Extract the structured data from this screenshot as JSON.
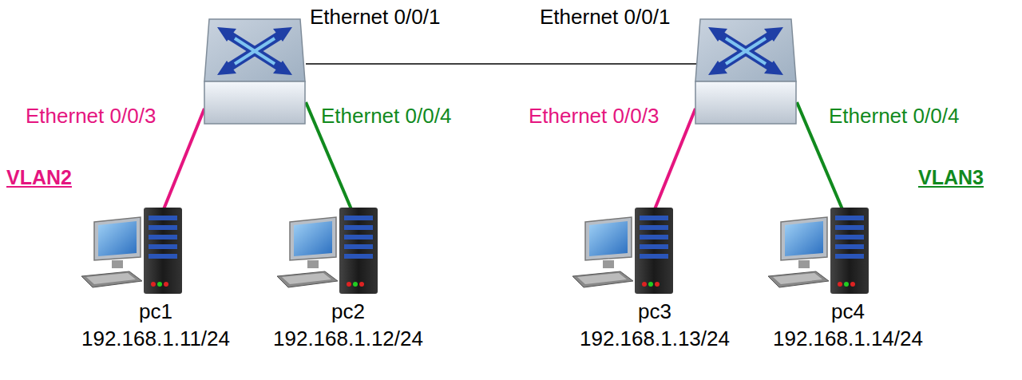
{
  "diagram": {
    "nodes": [
      {
        "text": [
          "pc1",
          "192.168.1.11/24"
        ]
      },
      {
        "text": [
          "pc2",
          "192.168.1.12/24"
        ]
      },
      {
        "text": [
          "pc3",
          "192.168.1.13/24"
        ]
      },
      {
        "text": [
          "pc4",
          "192.168.1.14/24"
        ]
      }
    ],
    "labels": [
      "Ethernet 0/0/1",
      "Ethernet 0/0/1",
      "Ethernet 0/0/3",
      "Ethernet 0/0/4",
      "Ethernet 0/0/3",
      "Ethernet 0/0/4",
      "VLAN2",
      "VLAN3"
    ]
  }
}
